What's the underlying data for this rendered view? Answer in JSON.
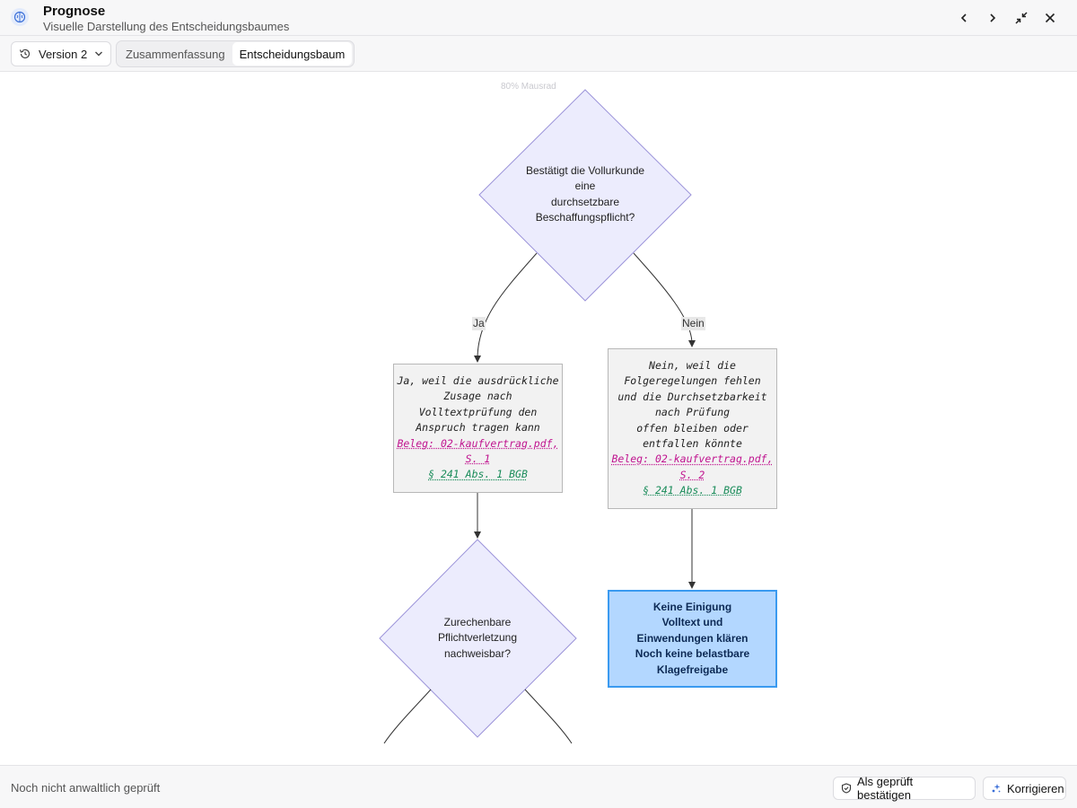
{
  "header": {
    "title": "Prognose",
    "subtitle": "Visuelle Darstellung des Entscheidungsbaumes",
    "icons": [
      "brain-icon",
      "chevron-left-icon",
      "chevron-right-icon",
      "collapse-icon",
      "close-icon"
    ]
  },
  "toolbar": {
    "version_label": "Version 2",
    "tabs": [
      {
        "label": "Zusammenfassung",
        "active": false
      },
      {
        "label": "Entscheidungsbaum",
        "active": true
      }
    ]
  },
  "canvas": {
    "zoom_hint": "80% Mausrad"
  },
  "tree": {
    "root_question": [
      "Bestätigt die Vollurkunde",
      "eine",
      "durchsetzbare",
      "Beschaffungspflicht?"
    ],
    "edge_yes": "Ja",
    "edge_no": "Nein",
    "yes_node": {
      "lines": [
        "Ja, weil die ausdrückliche",
        "Zusage nach",
        "Volltextprüfung den",
        "Anspruch tragen kann"
      ],
      "cite": [
        "Beleg: 02-kaufvertrag.pdf,",
        "S. 1"
      ],
      "law": "§ 241 Abs. 1 BGB"
    },
    "no_node": {
      "lines": [
        "Nein, weil die",
        "Folgeregelungen fehlen",
        "und die Durchsetzbarkeit",
        "nach Prüfung",
        "offen bleiben oder",
        "entfallen könnte"
      ],
      "cite": [
        "Beleg: 02-kaufvertrag.pdf,",
        "S. 2"
      ],
      "law": "§ 241 Abs. 1 BGB"
    },
    "second_question": [
      "Zurechenbare",
      "Pflichtverletzung",
      "nachweisbar?"
    ],
    "final_node": [
      "Keine Einigung",
      "Volltext und",
      "Einwendungen klären",
      "Noch keine belastbare",
      "Klagefreigabe"
    ]
  },
  "colors": {
    "diamond_fill": "#ececfd",
    "diamond_stroke": "#9b93d9",
    "final_fill": "#b3d7ff",
    "final_stroke": "#3a9af0",
    "cite": "#c0148f",
    "law": "#1a8c5a"
  },
  "footer": {
    "status": "Noch nicht anwaltlich geprüft",
    "confirm_label": "Als geprüft bestätigen",
    "correct_label": "Korrigieren"
  }
}
